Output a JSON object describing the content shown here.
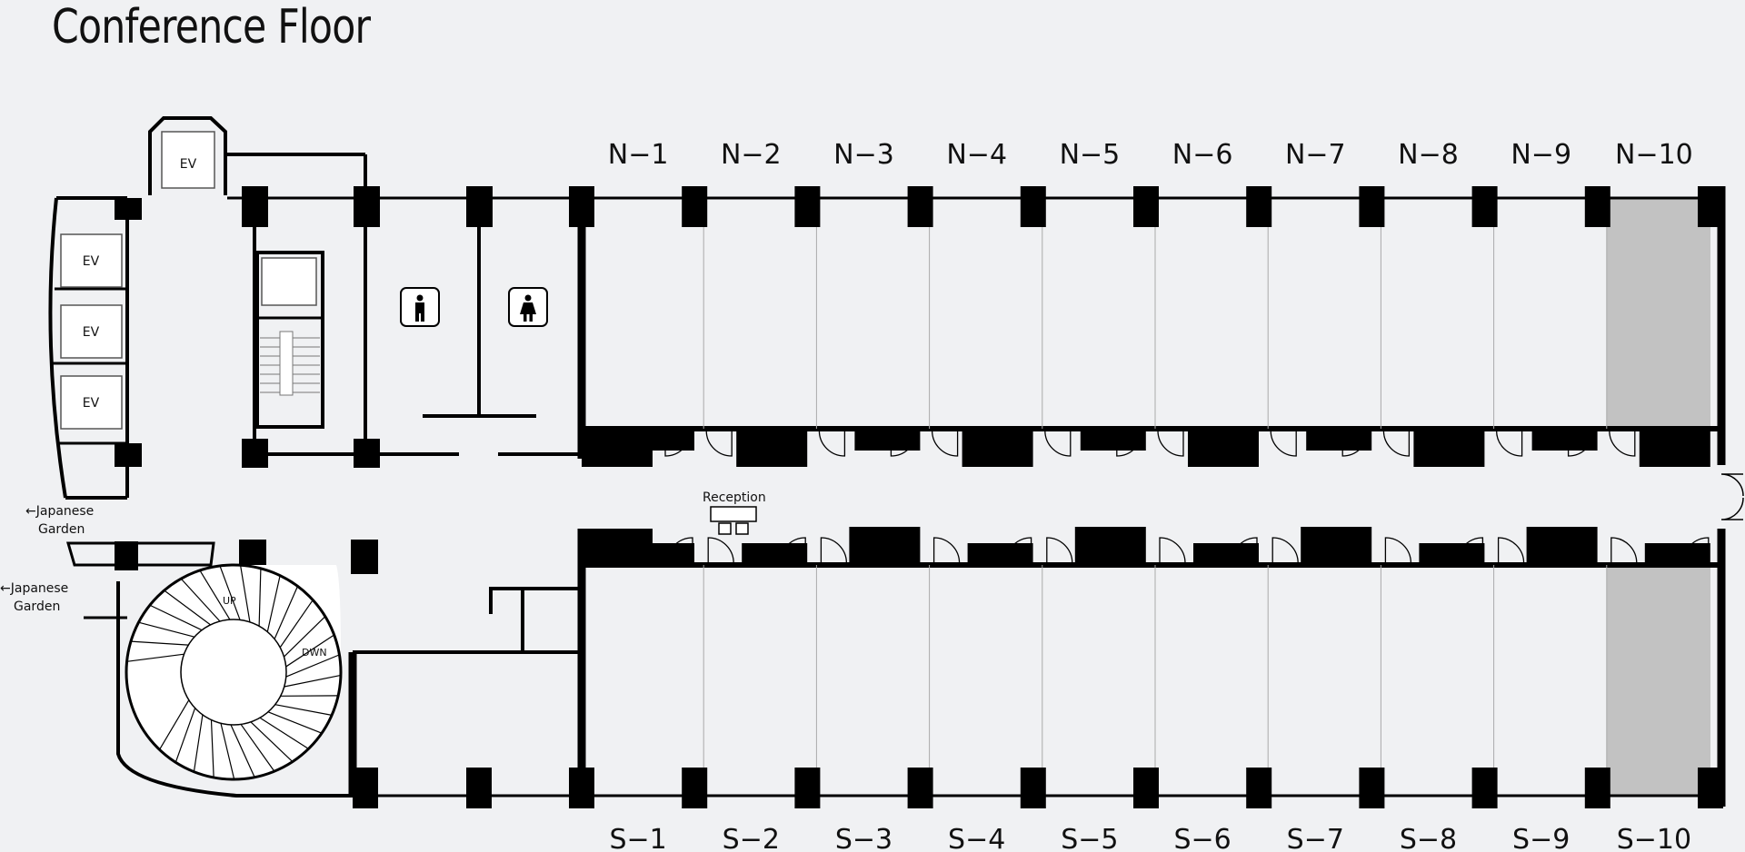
{
  "title": "Conference Floor",
  "colors": {
    "background": "#f0f1f3",
    "wall": "#000000",
    "highlighted_room": "#c2c2c2"
  },
  "north_rooms": [
    {
      "label": "N−1",
      "highlighted": false
    },
    {
      "label": "N−2",
      "highlighted": false
    },
    {
      "label": "N−3",
      "highlighted": false
    },
    {
      "label": "N−4",
      "highlighted": false
    },
    {
      "label": "N−5",
      "highlighted": false
    },
    {
      "label": "N−6",
      "highlighted": false
    },
    {
      "label": "N−7",
      "highlighted": false
    },
    {
      "label": "N−8",
      "highlighted": false
    },
    {
      "label": "N−9",
      "highlighted": false
    },
    {
      "label": "N−10",
      "highlighted": true
    }
  ],
  "south_rooms": [
    {
      "label": "S−1",
      "highlighted": false
    },
    {
      "label": "S−2",
      "highlighted": false
    },
    {
      "label": "S−3",
      "highlighted": false
    },
    {
      "label": "S−4",
      "highlighted": false
    },
    {
      "label": "S−5",
      "highlighted": false
    },
    {
      "label": "S−6",
      "highlighted": false
    },
    {
      "label": "S−7",
      "highlighted": false
    },
    {
      "label": "S−8",
      "highlighted": false
    },
    {
      "label": "S−9",
      "highlighted": false
    },
    {
      "label": "S−10",
      "highlighted": true
    }
  ],
  "elevators": [
    "EV",
    "EV",
    "EV",
    "EV"
  ],
  "reception": "Reception",
  "stairs": {
    "up": "UP",
    "down": "DWN"
  },
  "garden_exits": [
    {
      "line1": "←Japanese",
      "line2": "Garden"
    },
    {
      "line1": "←Japanese",
      "line2": "Garden"
    }
  ],
  "restroom_icons": [
    "male-restroom-icon",
    "female-restroom-icon"
  ]
}
